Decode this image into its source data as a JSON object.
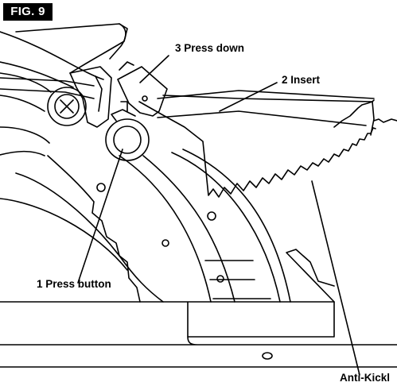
{
  "figure": {
    "label": "FIG. 9"
  },
  "callouts": {
    "press_down": "3 Press down",
    "insert": "2 Insert",
    "press_button": "1 Press button",
    "anti_kickback": "Anti-Kickl"
  },
  "colors": {
    "ink": "#000000",
    "paper": "#ffffff"
  }
}
